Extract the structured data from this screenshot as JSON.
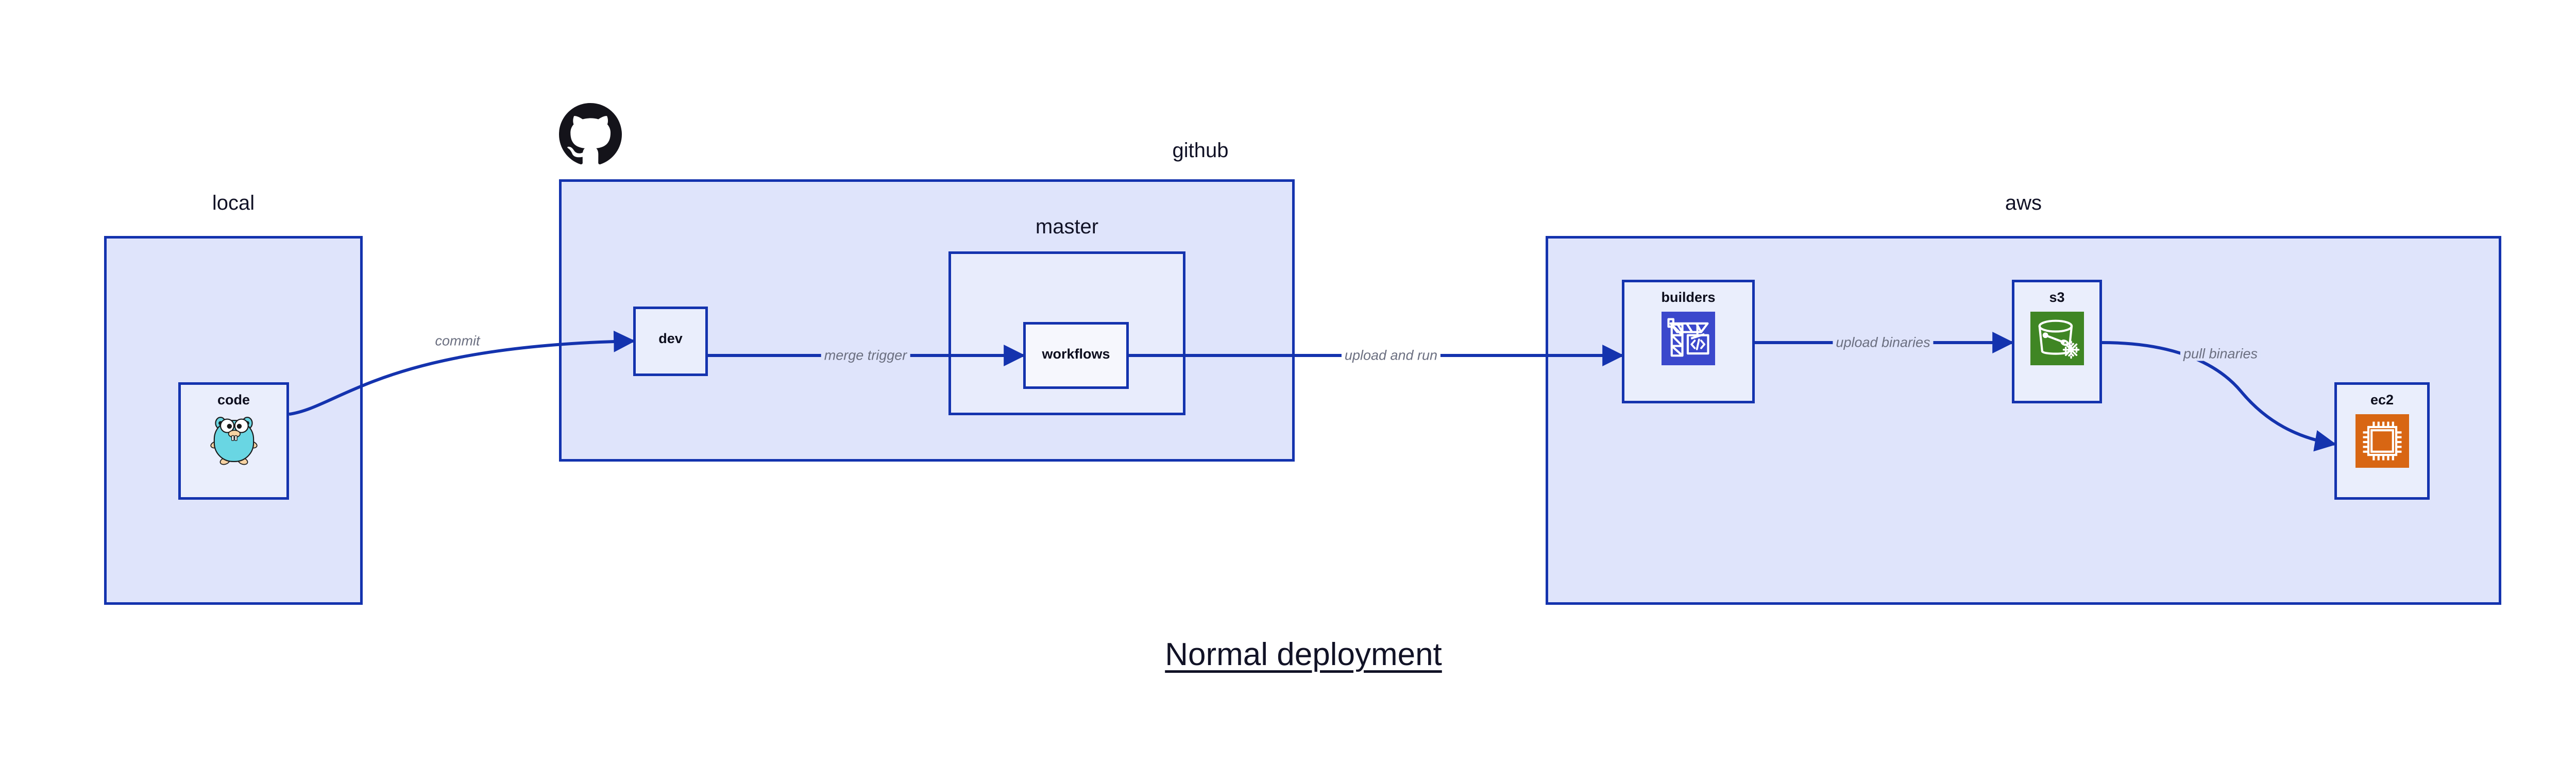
{
  "title": "Normal deployment",
  "colors": {
    "group_fill": "#dfe4fb",
    "sub_group_fill": "#e8ecfc",
    "border_blue": "#1433ae",
    "node_fill": "#eaeefc",
    "node_fill_light": "#f6f7fd",
    "edge_label_gray": "#6b6f80",
    "text_dark": "#111226",
    "codebuild_blue": "#3b48cc",
    "s3_glacier_green": "#3f8624",
    "ec2_orange": "#d86613",
    "gopher_cyan": "#69d6e3",
    "gopher_tan": "#f6d2a2",
    "octocat_black": "#14131a"
  },
  "groups": [
    {
      "key": "local",
      "label": "local",
      "label_align": "center"
    },
    {
      "key": "github",
      "label": "github",
      "label_align": "right"
    },
    {
      "key": "master",
      "label": "master",
      "label_align": "center"
    },
    {
      "key": "aws",
      "label": "aws",
      "label_align": "center"
    }
  ],
  "nodes": [
    {
      "key": "code",
      "label": "code",
      "icon": "go-gopher-icon"
    },
    {
      "key": "dev",
      "label": "dev",
      "icon": null
    },
    {
      "key": "workflows",
      "label": "workflows",
      "icon": null
    },
    {
      "key": "builders",
      "label": "builders",
      "icon": "aws-codebuild-icon"
    },
    {
      "key": "s3",
      "label": "s3",
      "icon": "aws-s3-glacier-icon"
    },
    {
      "key": "ec2",
      "label": "ec2",
      "icon": "aws-ec2-icon"
    }
  ],
  "edges": [
    {
      "key": "commit",
      "label": "commit",
      "from": "code",
      "to": "dev"
    },
    {
      "key": "merge-trigger",
      "label": "merge trigger",
      "from": "dev",
      "to": "workflows"
    },
    {
      "key": "upload-and-run",
      "label": "upload and run",
      "from": "workflows",
      "to": "builders"
    },
    {
      "key": "upload-binaries",
      "label": "upload binaries",
      "from": "builders",
      "to": "s3"
    },
    {
      "key": "pull-binaries",
      "label": "pull binaries",
      "from": "s3",
      "to": "ec2"
    }
  ],
  "logos": [
    {
      "key": "github-logo",
      "name": "github-octocat-icon"
    }
  ]
}
